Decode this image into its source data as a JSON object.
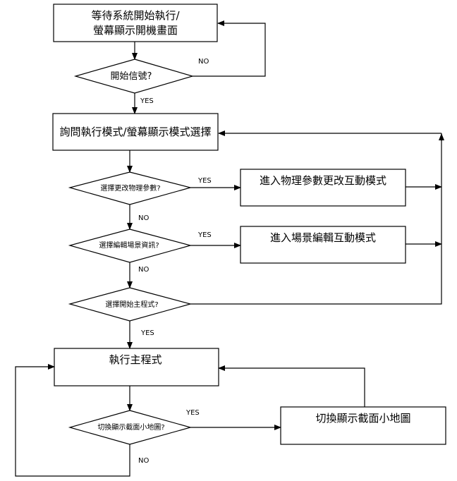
{
  "nodes": {
    "start_line1": "等待系統開始執行/",
    "start_line2": "螢幕顯示開機畫面",
    "decision_start": "開始信號?",
    "query_mode": "詢問執行模式/螢幕顯示模式選擇",
    "decision_physics": "選擇更改物理參數?",
    "physics_mode": "進入物理參數更改互動模式",
    "decision_scene": "選擇編輯場景資訊?",
    "scene_mode": "進入場景編輯互動模式",
    "decision_main": "選擇開始主程式?",
    "run_main": "執行主程式",
    "decision_minimap": "切換顯示截面小地圖?",
    "toggle_minimap": "切換顯示截面小地圖"
  },
  "labels": {
    "no_start": "NO",
    "yes_start": "YES",
    "yes_physics": "YES",
    "no_physics": "NO",
    "yes_scene": "YES",
    "no_scene": "NO",
    "yes_main": "YES",
    "yes_minimap": "YES",
    "no_minimap": "NO"
  }
}
